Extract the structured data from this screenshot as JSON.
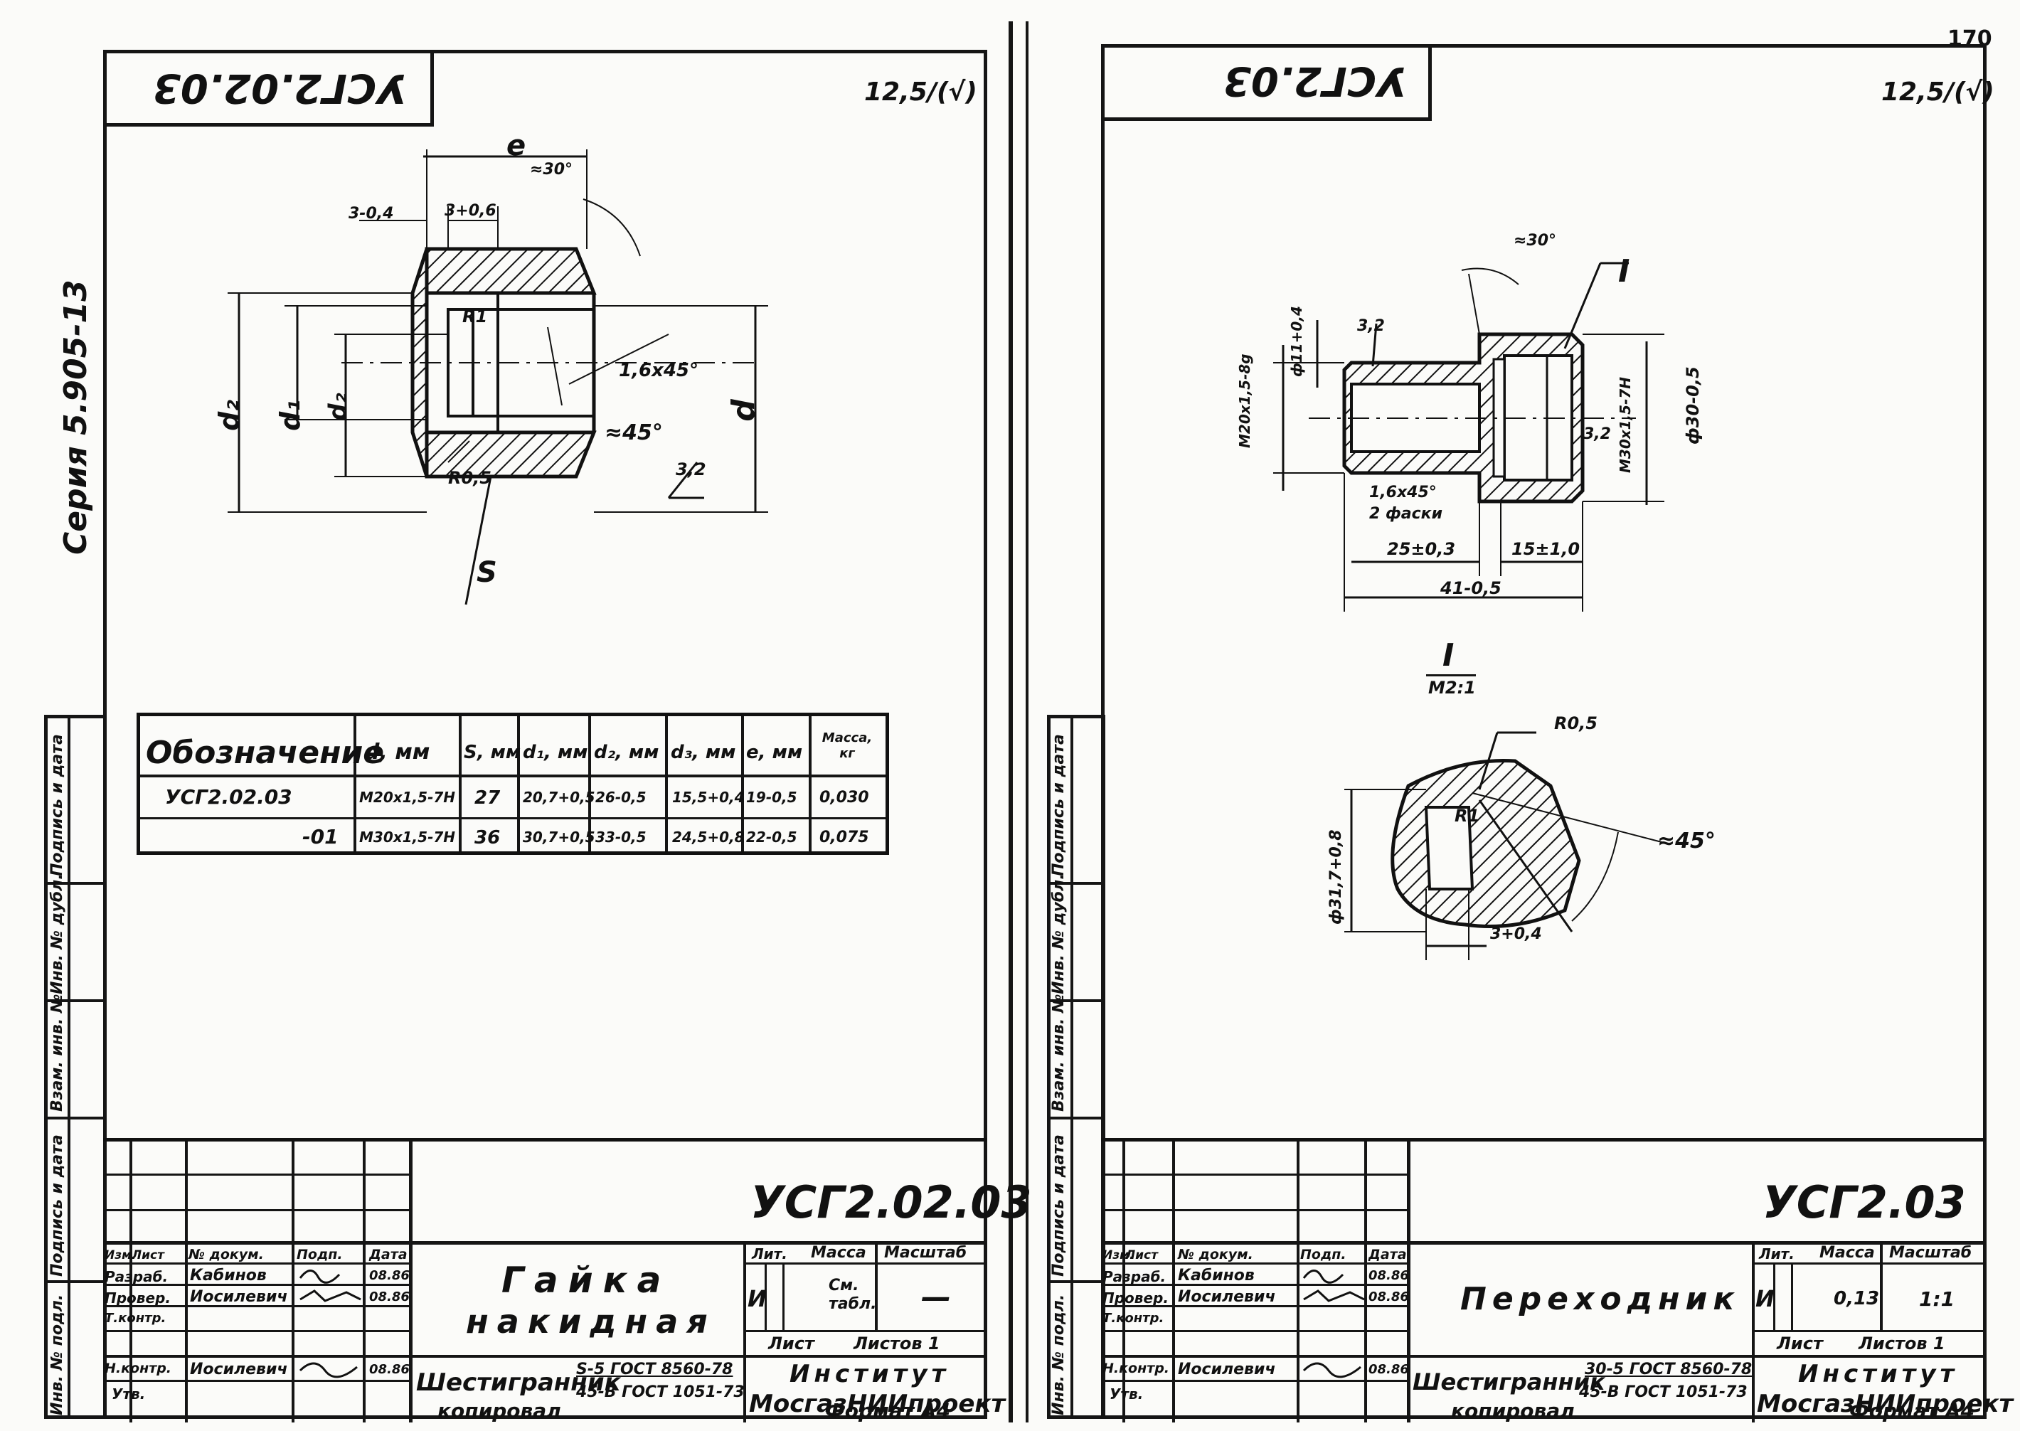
{
  "page_number": "170",
  "series": "Серия 5.905-13",
  "side_labels": [
    "Подпись и дата",
    "Инв. № дубл.",
    "Взам. инв. №",
    "Подпись и дата",
    "Инв. № подл."
  ],
  "side_labels_display": [
    "Подпись и дата",
    "Инв. № дубл.",
    "Взам. инв. №",
    "Подпись и дата",
    "Инв. № подл."
  ],
  "sheet1": {
    "top_code": "УСГ2.02.03",
    "roughness": "12,5/(√)",
    "dims": {
      "e": "e",
      "d": "d",
      "d1": "d₁",
      "d2": "d₂",
      "s": "S",
      "angle30": "≈30°",
      "chamfer": "1,6x45°",
      "approx45": "≈45°",
      "r1": "R1",
      "r05": "R0,5",
      "rough": "3,2",
      "dim3a": "3-0,4",
      "dim3b": "3+0,6"
    },
    "table": {
      "headers": [
        "Обозначение",
        "d, мм",
        "S, мм",
        "d₁, мм",
        "d₂, мм",
        "d₃, мм",
        "e, мм",
        "Масса, кг"
      ],
      "rows": [
        [
          "УСГ2.02.03",
          "М20x1,5-7Н",
          "27",
          "20,7+0,5",
          "26-0,5",
          "15,5+0,4",
          "19-0,5",
          "0,030"
        ],
        [
          "-01",
          "М30x1,5-7Н",
          "36",
          "30,7+0,5",
          "33-0,5",
          "24,5+0,8",
          "22-0,5",
          "0,075"
        ]
      ]
    },
    "title_block": {
      "code": "УСГ2.02.03",
      "name_line1": "Гайка",
      "name_line2": "накидная",
      "lit": "Лит.",
      "mass_h": "Масса",
      "scale_h": "Масштаб",
      "lit_val": "И",
      "mass_val": "См. табл.",
      "scale_val": "—",
      "sheet": "Лист",
      "sheets": "Листов 1",
      "org1": "Институт",
      "org2": "МосгазНИИпроект",
      "material_word": "Шестигранник",
      "material_top": "S-5 ГОСТ 8560-78",
      "material_bot": "45-В ГОСТ 1051-73",
      "copied": "копировал",
      "format": "Формат А4",
      "rows": [
        [
          "Изм.",
          "Лист",
          "№ докум.",
          "Подп.",
          "Дата"
        ],
        [
          "Разраб.",
          "Кабинов",
          "",
          "",
          "08.86"
        ],
        [
          "Провер.",
          "Иосилевич",
          "",
          "",
          "08.86"
        ],
        [
          "Т.контр.",
          "",
          "",
          "",
          ""
        ],
        [
          "",
          "",
          "",
          "",
          ""
        ],
        [
          "Н.контр.",
          "Иосилевич",
          "",
          "",
          "08.86"
        ],
        [
          "Утв.",
          "",
          "",
          "",
          ""
        ]
      ]
    }
  },
  "sheet2": {
    "top_code": "УСГ2.03",
    "roughness": "12,5/(√)",
    "dims": {
      "angle30": "≈30°",
      "view": "I",
      "rough32": "3,2",
      "d11": "ф11+0,4",
      "m20": "М20x1,5-8g",
      "m30": "М30x1,5-7Н",
      "d30": "ф30-0,5",
      "chamfer1": "1,6x45°",
      "chamfer2": "2 фаски",
      "l25": "25±0,3",
      "l15": "15±1,0",
      "l41": "41-0,5",
      "view_label": "I",
      "view_scale": "М2:1",
      "r05": "R0,5",
      "r1": "R1",
      "a45": "≈45°",
      "d317": "ф31,7+0,8",
      "dim3": "3+0,4"
    },
    "title_block": {
      "code": "УСГ2.03",
      "name": "Переходник",
      "lit": "Лит.",
      "mass_h": "Масса",
      "scale_h": "Масштаб",
      "lit_val": "И",
      "mass_val": "0,13",
      "scale_val": "1:1",
      "sheet": "Лист",
      "sheets": "Листов 1",
      "org1": "Институт",
      "org2": "МосгазНИИпроект",
      "material_word": "Шестигранник",
      "material_top": "30-5 ГОСТ 8560-78",
      "material_bot": "45-В ГОСТ 1051-73",
      "copied": "копировал",
      "format": "Формат А4",
      "rows": [
        [
          "Изм.",
          "Лист",
          "№ докум.",
          "Подп.",
          "Дата"
        ],
        [
          "Разраб.",
          "Кабинов",
          "",
          "",
          "08.86"
        ],
        [
          "Провер.",
          "Иосилевич",
          "",
          "",
          "08.86"
        ],
        [
          "Т.контр.",
          "",
          "",
          "",
          ""
        ],
        [
          "",
          "",
          "",
          "",
          ""
        ],
        [
          "Н.контр.",
          "Иосилевич",
          "",
          "",
          "08.86"
        ],
        [
          "Утв.",
          "",
          "",
          "",
          ""
        ]
      ]
    }
  }
}
